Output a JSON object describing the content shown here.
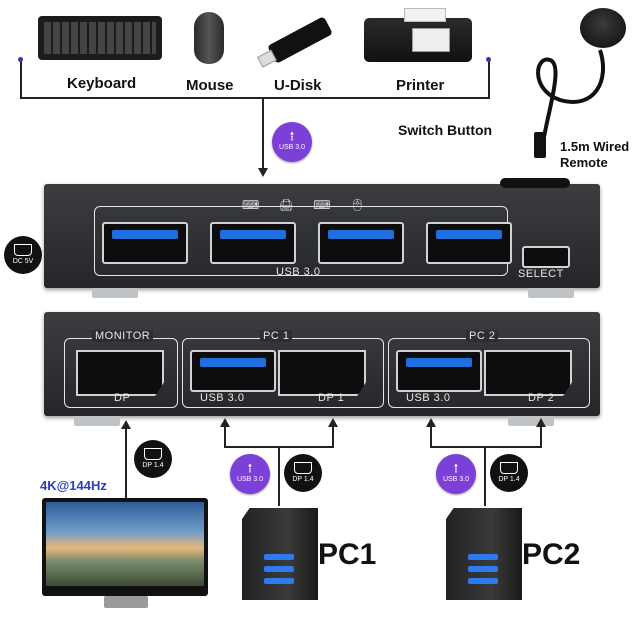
{
  "peripherals": {
    "keyboard": "Keyboard",
    "mouse": "Mouse",
    "udisk": "U-Disk",
    "printer": "Printer"
  },
  "switch_button": "Switch Button",
  "remote": "1.5m Wired\nRemote",
  "dc_badge": "DC 5V",
  "usb_badge": "USB 3.0",
  "dp_badge": "DP 1.4",
  "top_panel": {
    "usb_label": "USB 3.0",
    "select_label": "SELECT"
  },
  "bottom_panel": {
    "monitor": "MONITOR",
    "dp": "DP",
    "pc1": "PC 1",
    "pc1_usb": "USB 3.0",
    "pc1_dp": "DP 1",
    "pc2": "PC 2",
    "pc2_usb": "USB 3.0",
    "pc2_dp": "DP 2"
  },
  "resolution": "4K@144Hz",
  "pc1_label": "PC1",
  "pc2_label": "PC2",
  "colors": {
    "usb_purple": "#7c3fd8",
    "usb_blue": "#1f6fe0",
    "accent_blue": "#2a3fbf"
  }
}
